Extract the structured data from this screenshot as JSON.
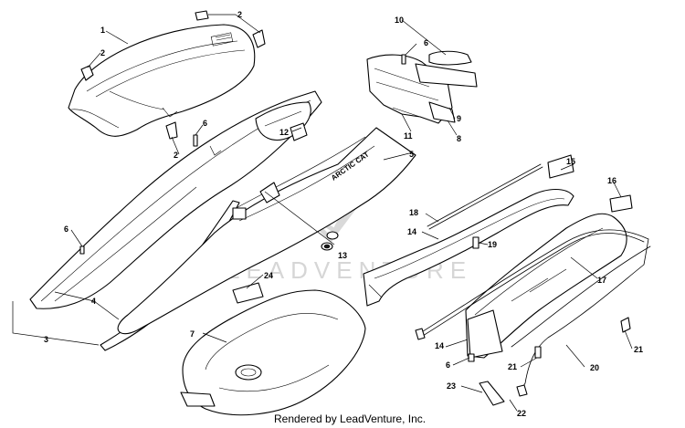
{
  "watermark": "LEADVENTURE",
  "footer": "Rendered by LeadVenture, Inc.",
  "hood_decal": "ARCTIC CAT",
  "callouts": {
    "c1": "1",
    "c2a": "2",
    "c2b": "2",
    "c2c": "2",
    "c3": "3",
    "c4": "4",
    "c5": "5",
    "c6a": "6",
    "c6b": "6",
    "c6c": "6",
    "c6d": "6",
    "c7": "7",
    "c8": "8",
    "c9": "9",
    "c10": "10",
    "c11": "11",
    "c12": "12",
    "c13": "13",
    "c14a": "14",
    "c14b": "14",
    "c15": "15",
    "c16": "16",
    "c17": "17",
    "c18": "18",
    "c19": "19",
    "c20": "20",
    "c21a": "21",
    "c21b": "21",
    "c22": "22",
    "c23": "23",
    "c24": "24"
  }
}
